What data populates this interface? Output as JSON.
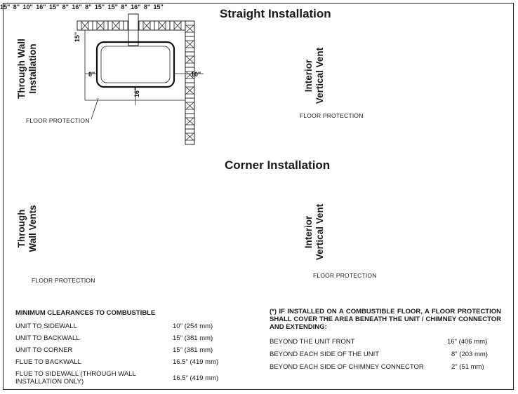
{
  "titles": {
    "straight": "Straight Installation",
    "corner": "Corner Installation"
  },
  "side_labels": {
    "through_wall_installation": [
      "Through Wall",
      "Installation"
    ],
    "interior_vertical_vent_top": [
      "Interior",
      "Vertical Vent"
    ],
    "through_wall_vents": [
      "Through",
      "Wall Vents"
    ],
    "interior_vertical_vent_bottom": [
      "Interior",
      "Vertical Vent"
    ]
  },
  "floor_protection_label": "FLOOR PROTECTION",
  "dims": {
    "d15": "15\"",
    "d8": "8\"",
    "d10": "10\"",
    "d16": "16\""
  },
  "clearances": {
    "heading": "MINIMUM CLEARANCES TO COMBUSTIBLE",
    "rows": [
      {
        "label": "UNIT TO SIDEWALL",
        "value": "10\"  (254 mm)"
      },
      {
        "label": "UNIT TO BACKWALL",
        "value": "15\"  (381 mm)"
      },
      {
        "label": "UNIT TO CORNER",
        "value": "15\"  (381 mm)"
      },
      {
        "label": "FLUE TO BACKWALL",
        "value": "16.5\"  (419 mm)"
      },
      {
        "label": "FLUE TO SIDEWALL (THROUGH WALL INSTALLATION ONLY)",
        "value": "16.5\"  (419 mm)"
      }
    ]
  },
  "floor_note": {
    "text": "(*) IF INSTALLED ON A COMBUSTIBLE FLOOR, A FLOOR PROTECTION SHALL COVER THE AREA BENEATH THE UNIT / CHIMNEY CONNECTOR AND EXTENDING:",
    "rows": [
      {
        "label": "BEYOND THE UNIT FRONT",
        "value": "16\" (406 mm)"
      },
      {
        "label": "BEYOND EACH SIDE OF THE UNIT",
        "value": "8\" (203 mm)"
      },
      {
        "label": "BEYOND EACH SIDE OF CHIMNEY CONNECTOR",
        "value": "2\" (51 mm)"
      }
    ]
  }
}
